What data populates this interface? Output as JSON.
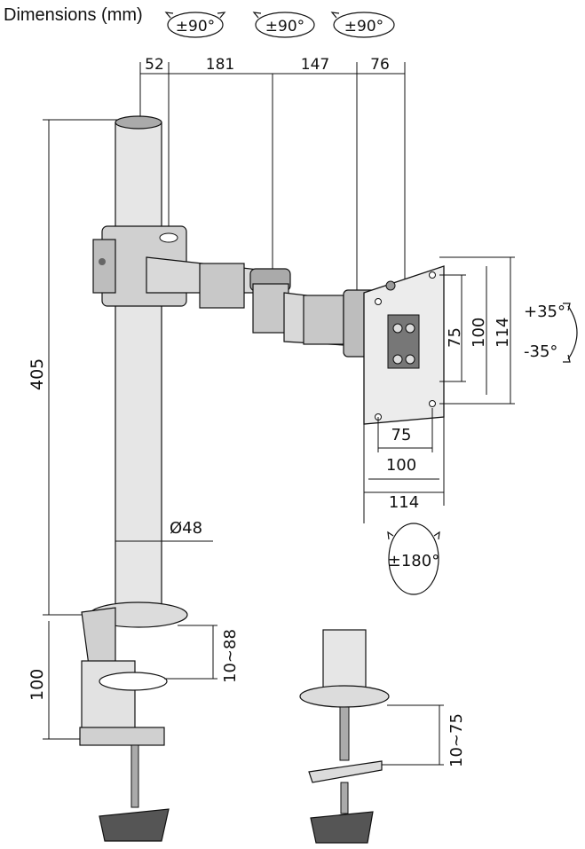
{
  "header": {
    "title": "Dimensions (mm)"
  },
  "rotation": {
    "arm_joint_1": "±90°",
    "arm_joint_2": "±90°",
    "arm_joint_3": "±90°",
    "tilt_up": "+35°",
    "tilt_down": "-35°",
    "rotate": "±180°"
  },
  "dimensions": {
    "top": [
      "52",
      "181",
      "147",
      "76"
    ],
    "pole_height": "405",
    "pole_diameter": "Ø48",
    "clamp_height": "100",
    "clamp_range": "10~88",
    "grommet_range": "10~75",
    "vesa_vertical": [
      "75",
      "100",
      "114"
    ],
    "vesa_horizontal": [
      "75",
      "100",
      "114"
    ]
  },
  "colors": {
    "line": "#111111",
    "pole": "#e6e6e6",
    "steel": "#d9d9d9",
    "dark": "#8a8a8a"
  }
}
